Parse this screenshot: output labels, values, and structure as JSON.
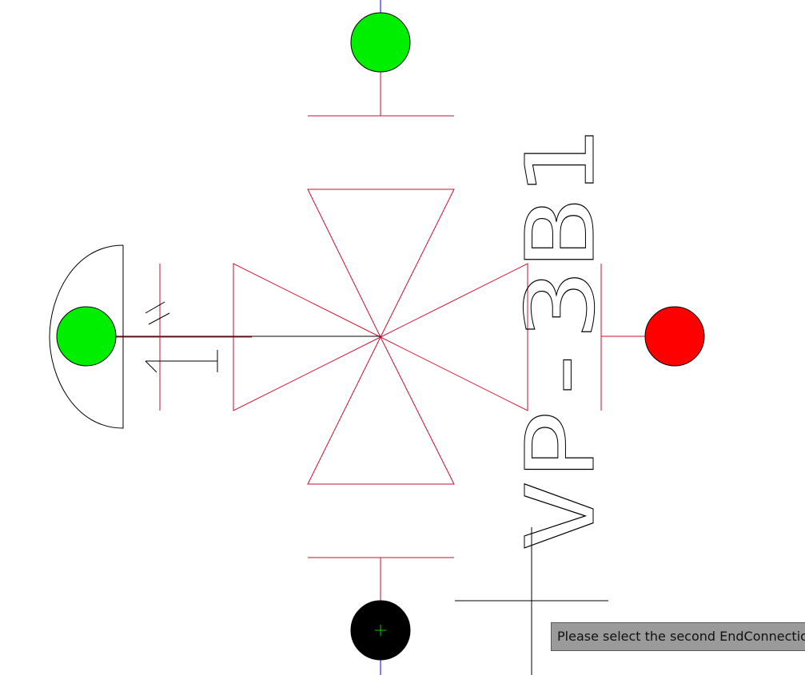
{
  "diagram": {
    "tag_label": "VP-3B1",
    "prompt_text": "Please select the second EndConnection",
    "connection_points": [
      {
        "name": "top-connection-point",
        "status": "connected",
        "color": "#00ee00"
      },
      {
        "name": "left-connection-point",
        "status": "connected",
        "color": "#00ee00"
      },
      {
        "name": "right-connection-point",
        "status": "unconnected",
        "color": "#ff0000"
      },
      {
        "name": "bottom-connection-point",
        "status": "selected",
        "color": "#000000"
      }
    ],
    "colors": {
      "symbol_stroke": "#c8102e",
      "axis_blue": "#0000ff",
      "label_stroke": "#000000",
      "snap_marker": "#00cc00",
      "tooltip_bg": "#9a9a9a"
    },
    "icons": [
      "four-way-valve-symbol",
      "actuator-arc",
      "cursor-crosshair"
    ]
  }
}
